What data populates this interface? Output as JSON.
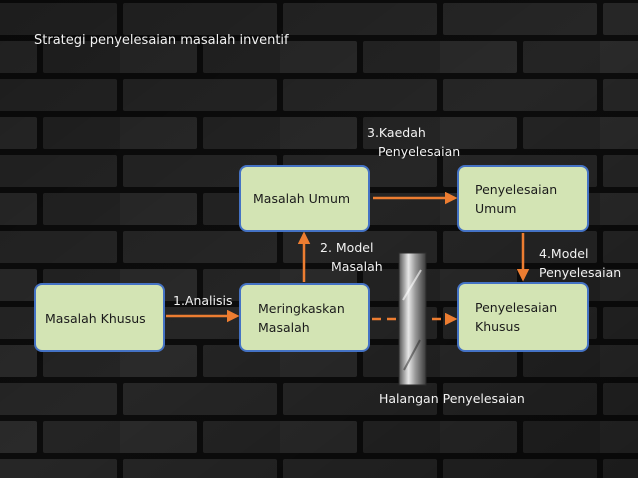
{
  "title": "Strategi penyelesaian masalah inventif",
  "colors": {
    "box_fill": "#d3e4b4",
    "box_border": "#4472c4",
    "arrow": "#ed7d31",
    "text_light": "#f2f2f2",
    "background": "#1a1a1a"
  },
  "boxes": {
    "masalah_khusus": "Masalah Khusus",
    "meringkaskan": [
      "Meringkaskan",
      "Masalah"
    ],
    "masalah_umum": "Masalah Umum",
    "penyelesaian_umum": [
      "Penyelesaian",
      "Umum"
    ],
    "penyelesaian_khusus": [
      "Penyelesaian",
      "Khusus"
    ]
  },
  "labels": {
    "analisis": "1.Analisis",
    "model_masalah": [
      "2. Model",
      "Masalah"
    ],
    "kaedah": [
      "3.Kaedah",
      "Penyelesaian"
    ],
    "model_penyelesaian": [
      "4.Model",
      "Penyelesaian"
    ],
    "halangan": "Halangan Penyelesaian"
  }
}
